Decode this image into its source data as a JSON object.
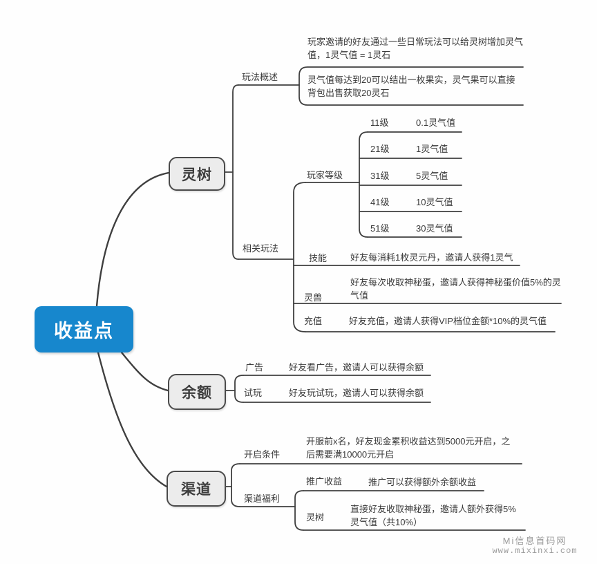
{
  "diagram": {
    "root": {
      "label": "收益点"
    },
    "tree": {
      "label": "灵树",
      "overview": {
        "label": "玩法概述",
        "items": [
          {
            "text": "玩家邀请的好友通过一些日常玩法可以给灵树增加灵气值，1灵气值 = 1灵石"
          },
          {
            "text": "灵气值每达到20可以结出一枚果实，灵气果可以直接背包出售获取20灵石"
          }
        ]
      },
      "related": {
        "label": "相关玩法",
        "player_level": {
          "label": "玩家等级",
          "levels": [
            {
              "level": "11级",
              "value": "0.1灵气值"
            },
            {
              "level": "21级",
              "value": "1灵气值"
            },
            {
              "level": "31级",
              "value": "5灵气值"
            },
            {
              "level": "41级",
              "value": "10灵气值"
            },
            {
              "level": "51级",
              "value": "30灵气值"
            }
          ]
        },
        "skill": {
          "label": "技能",
          "desc": "好友每消耗1枚灵元丹，邀请人获得1灵气"
        },
        "beast": {
          "label": "灵兽",
          "desc": "好友每次收取神秘蛋，邀请人获得神秘蛋价值5%的灵气值"
        },
        "recharge": {
          "label": "充值",
          "desc": "好友充值，邀请人获得VIP档位金额*10%的灵气值"
        }
      }
    },
    "balance": {
      "label": "余额",
      "ad": {
        "label": "广告",
        "desc": "好友看广告，邀请人可以获得余额"
      },
      "trial": {
        "label": "试玩",
        "desc": "好友玩试玩，邀请人可以获得余额"
      }
    },
    "channel": {
      "label": "渠道",
      "open_condition": {
        "label": "开启条件",
        "desc": "开服前x名，好友现金累积收益达到5000元开启，之后需要满10000元开启"
      },
      "welfare": {
        "label": "渠道福利",
        "promo": {
          "label": "推广收益",
          "desc": "推广可以获得额外余额收益"
        },
        "tree": {
          "label": "灵树",
          "desc": "直接好友收取神秘蛋，邀请人额外获得5%灵气值（共10%）"
        }
      }
    }
  },
  "watermark": {
    "line1": "Mi信息首码网",
    "line2": "www.mixinxi.com"
  },
  "colors": {
    "root_bg": "#1787cd",
    "node_bg": "#ececec",
    "node_border": "#4a4a4a",
    "line": "#3f3f3f",
    "text": "#3a3a3a"
  }
}
